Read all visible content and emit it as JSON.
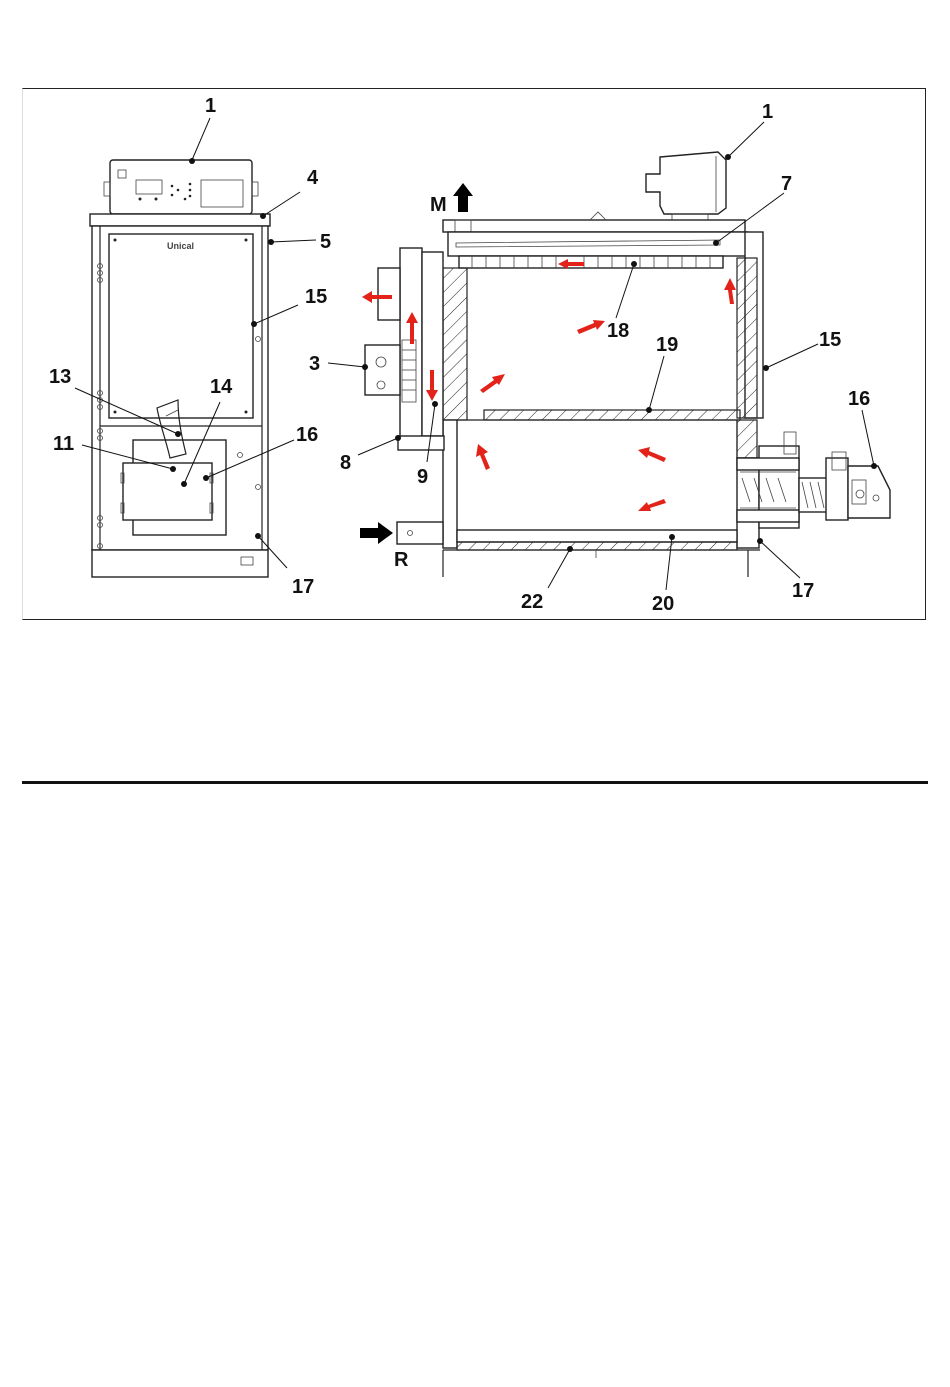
{
  "diagram": {
    "brand_label": "Unical",
    "front_view_callouts": [
      {
        "id": "fv-1",
        "text": "1"
      },
      {
        "id": "fv-4",
        "text": "4"
      },
      {
        "id": "fv-5",
        "text": "5"
      },
      {
        "id": "fv-15",
        "text": "15"
      },
      {
        "id": "fv-13",
        "text": "13"
      },
      {
        "id": "fv-14",
        "text": "14"
      },
      {
        "id": "fv-11",
        "text": "11"
      },
      {
        "id": "fv-16",
        "text": "16"
      },
      {
        "id": "fv-17",
        "text": "17"
      }
    ],
    "section_view_callouts": [
      {
        "id": "sv-1",
        "text": "1"
      },
      {
        "id": "sv-7",
        "text": "7"
      },
      {
        "id": "sv-M",
        "text": "M"
      },
      {
        "id": "sv-18",
        "text": "18"
      },
      {
        "id": "sv-19",
        "text": "19"
      },
      {
        "id": "sv-15",
        "text": "15"
      },
      {
        "id": "sv-3",
        "text": "3"
      },
      {
        "id": "sv-8",
        "text": "8"
      },
      {
        "id": "sv-9",
        "text": "9"
      },
      {
        "id": "sv-16",
        "text": "16"
      },
      {
        "id": "sv-R",
        "text": "R"
      },
      {
        "id": "sv-22",
        "text": "22"
      },
      {
        "id": "sv-20",
        "text": "20"
      },
      {
        "id": "sv-17",
        "text": "17"
      }
    ],
    "colors": {
      "flow_arrow": "#e32219",
      "water_arrow": "#000000",
      "line": "#222222"
    }
  }
}
